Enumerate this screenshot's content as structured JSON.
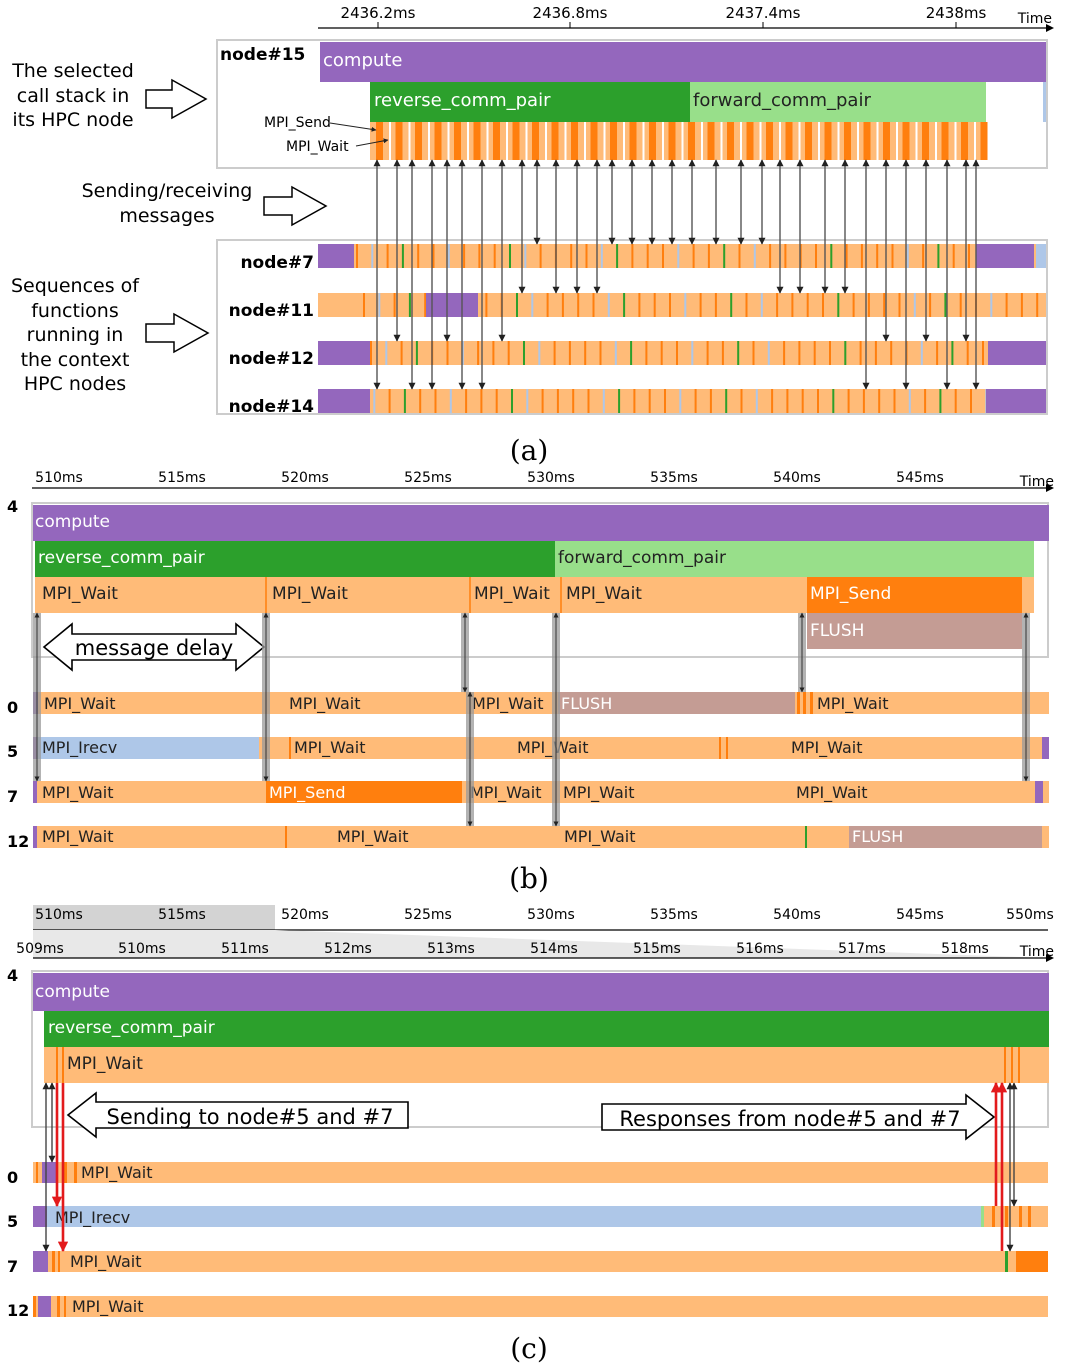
{
  "colors": {
    "compute": "#9467bd",
    "reverse": "#2ca02c",
    "forward": "#98df8a",
    "wait": "#ffbb78",
    "send": "#ff7f0e",
    "irecv": "#aec7e8",
    "flush": "#c49c94",
    "dgreen": "#2ca02c",
    "arrow_red": "#e31a1c",
    "arrow_dark": "#222222",
    "arrow_gray": "#888888",
    "frame": "#cccccc"
  },
  "a": {
    "ticks": [
      "2436.2ms",
      "2436.8ms",
      "2437.4ms",
      "2438ms"
    ],
    "time_label": "Time",
    "nodes": [
      "node#15",
      "node#7",
      "node#11",
      "node#12",
      "node#14"
    ],
    "bars": {
      "compute": "compute",
      "reverse": "reverse_comm_pair",
      "forward": "forward_comm_pair"
    },
    "fn_labels": {
      "send": "MPI_Send",
      "wait": "MPI_Wait"
    },
    "notes": {
      "selected": [
        "The selected",
        "call stack in",
        "its HPC node"
      ],
      "sending": [
        "Sending/receiving",
        "messages"
      ],
      "sequences": [
        "Sequences of",
        "functions",
        "running in",
        "the context",
        "HPC nodes"
      ]
    },
    "caption": "(a)"
  },
  "b": {
    "ticks": [
      "510ms",
      "515ms",
      "520ms",
      "525ms",
      "530ms",
      "535ms",
      "540ms",
      "545ms"
    ],
    "time_label": "Time",
    "rows": [
      "4",
      "0",
      "5",
      "7",
      "12"
    ],
    "bars": {
      "compute": "compute",
      "reverse": "reverse_comm_pair",
      "forward": "forward_comm_pair",
      "wait": "MPI_Wait",
      "send": "MPI_Send",
      "flush": "FLUSH",
      "irecv": "MPI_Irecv"
    },
    "delay_label": "message delay",
    "caption": "(b)"
  },
  "c": {
    "overview_ticks": [
      "510ms",
      "515ms",
      "520ms",
      "525ms",
      "530ms",
      "535ms",
      "540ms",
      "545ms",
      "550ms"
    ],
    "ticks": [
      "509ms",
      "510ms",
      "511ms",
      "512ms",
      "513ms",
      "514ms",
      "515ms",
      "516ms",
      "517ms",
      "518ms"
    ],
    "time_label": "Time",
    "rows": [
      "4",
      "0",
      "5",
      "7",
      "12"
    ],
    "bars": {
      "compute": "compute",
      "reverse": "reverse_comm_pair",
      "wait": "MPI_Wait",
      "irecv": "MPI_Irecv"
    },
    "send_note": "Sending to node#5 and #7",
    "resp_note": "Responses from node#5 and #7",
    "caption": "(c)"
  }
}
